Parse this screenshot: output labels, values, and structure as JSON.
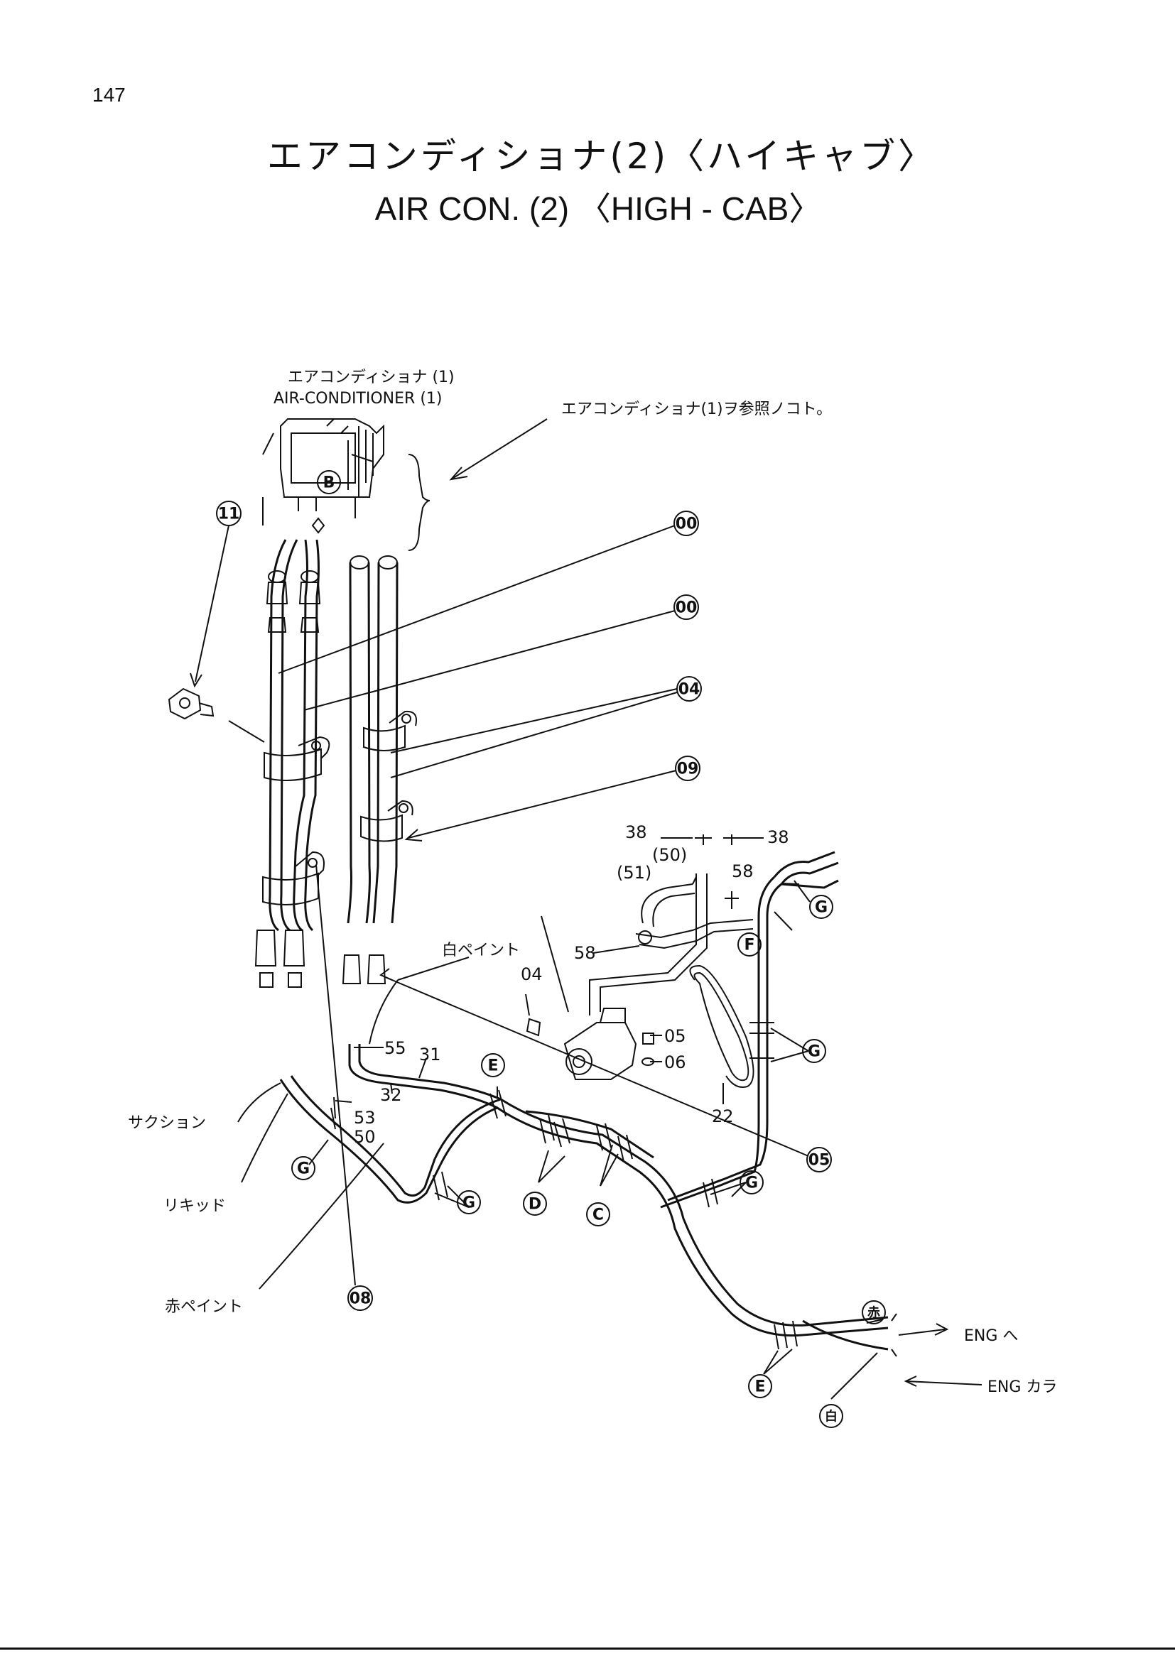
{
  "page_number": "147",
  "title": {
    "ja": "エアコンディショナ(2)〈ハイキャブ〉",
    "en": "AIR    CON. (2) 〈HIGH - CAB〉"
  },
  "labels": {
    "ac_ja": "エアコンディショナ (1)",
    "ac_en": "AIR-CONDITIONER (1)",
    "ref_note": "エアコンディショナ(1)ヲ参照ノコト。",
    "white_paint": "白ペイント",
    "red_paint": "赤ペイント",
    "suction": "サクション",
    "liquid": "リキッド",
    "eng_to": "ENG へ",
    "eng_from": "ENG カラ"
  },
  "callouts": {
    "c11": "11",
    "c00a": "00",
    "c00b": "00",
    "c04": "04",
    "c09": "09",
    "c05": "05",
    "c08": "08"
  },
  "letters": {
    "B": "B",
    "E1": "E",
    "E2": "E",
    "F": "F",
    "G1": "G",
    "G2": "G",
    "G3": "G",
    "G4": "G",
    "G5": "G",
    "D": "D",
    "C": "C",
    "aka": "赤",
    "shiro": "白"
  },
  "part_numbers": {
    "p38a": "38",
    "p38b": "38",
    "p50p": "(50)",
    "p51p": "(51)",
    "p58a": "58",
    "p58b": "58",
    "p04": "04",
    "p05": "05",
    "p06": "06",
    "p22": "22",
    "p55": "55",
    "p31": "31",
    "p32": "32",
    "p53": "53",
    "p50": "50"
  }
}
